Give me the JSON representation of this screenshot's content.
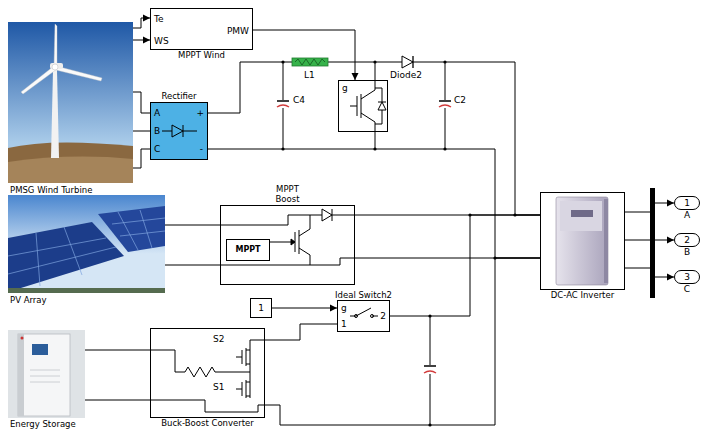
{
  "diagram": {
    "nodes": [
      {
        "text": [
          "PMSG Wind Turbine"
        ]
      },
      {
        "text": [
          "Te",
          "WS",
          "PMW",
          "MPPT Wind"
        ]
      },
      {
        "text": [
          "Rectifier",
          "A",
          "B",
          "C",
          "+",
          "-"
        ]
      },
      {
        "text": [
          "g"
        ]
      },
      {
        "text": [
          "PV Array"
        ]
      },
      {
        "text": [
          "MPPT Boost"
        ]
      },
      {
        "text": [
          "MPPT"
        ],
        "in": 5
      },
      {
        "text": [
          "DC-AC Inverter"
        ]
      },
      {
        "text": [
          "1",
          "A"
        ]
      },
      {
        "text": [
          "2",
          "B"
        ]
      },
      {
        "text": [
          "3",
          "C"
        ]
      },
      {
        "text": [
          "1"
        ]
      },
      {
        "text": [
          "g",
          "1",
          "2",
          "Ideal Switch2"
        ]
      },
      {
        "text": [
          "Energy Storage"
        ]
      },
      {
        "text": [
          "S2",
          "S1",
          "Buck-Boost Converter"
        ]
      }
    ],
    "edges": [
      {
        "from": 0,
        "to": 1,
        "arrow": "to"
      },
      {
        "from": 0,
        "to": 1,
        "arrow": "to"
      },
      {
        "from": 0,
        "to": 2,
        "arrow": "none"
      },
      {
        "from": 0,
        "to": 2,
        "arrow": "none"
      },
      {
        "from": 0,
        "to": 2,
        "arrow": "none"
      },
      {
        "from": 1,
        "to": 3,
        "arrow": "to"
      },
      {
        "from": 2,
        "to": 7,
        "arrow": "none"
      },
      {
        "from": 2,
        "to": 7,
        "arrow": "none"
      },
      {
        "from": 4,
        "to": 5,
        "arrow": "none"
      },
      {
        "from": 4,
        "to": 5,
        "arrow": "none"
      },
      {
        "from": 5,
        "to": 7,
        "arrow": "none"
      },
      {
        "from": 5,
        "to": 7,
        "arrow": "none"
      },
      {
        "from": 7,
        "to": 8,
        "arrow": "to"
      },
      {
        "from": 7,
        "to": 9,
        "arrow": "to"
      },
      {
        "from": 7,
        "to": 10,
        "arrow": "to"
      },
      {
        "from": 11,
        "to": 12,
        "arrow": "to"
      },
      {
        "from": 13,
        "to": 14,
        "arrow": "none"
      },
      {
        "from": 13,
        "to": 14,
        "arrow": "none"
      },
      {
        "from": 14,
        "to": 12,
        "arrow": "none"
      },
      {
        "from": 12,
        "to": 7,
        "arrow": "none"
      },
      {
        "from": 14,
        "to": 7,
        "arrow": "none"
      }
    ],
    "labels": [
      "L1",
      "C4",
      "Diode2",
      "C2"
    ]
  }
}
